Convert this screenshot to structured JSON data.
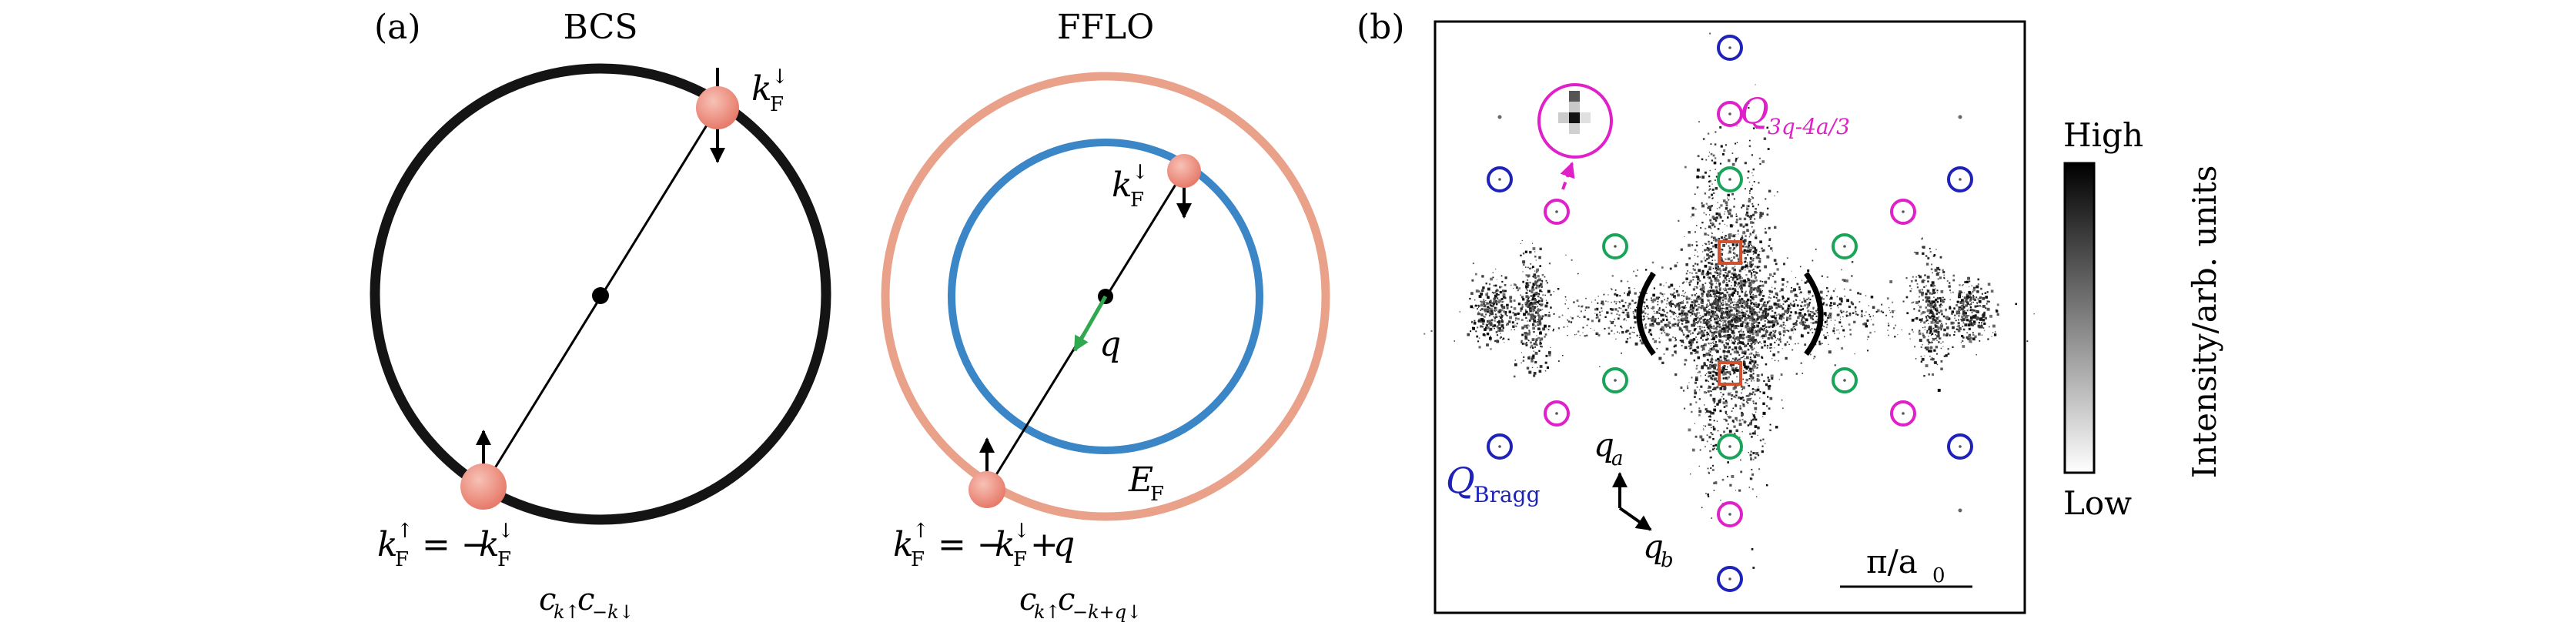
{
  "panel_a": {
    "label": "(a)",
    "bcs_title": "BCS",
    "fflo_title": "FFLO",
    "bcs_k_down": "k",
    "bcs_k_eq": "k",
    "bcs_pair": "c",
    "fflo_k_down": "k",
    "fflo_k_eq": "k",
    "fflo_q": "q",
    "fflo_ef": "E",
    "fflo_pair": "c"
  },
  "panel_b": {
    "label": "(b)",
    "q_label": "Q",
    "q_sub": "3q-4a/3",
    "bragg_label": "Q",
    "bragg_sub": "Bragg",
    "axis_qa": "q",
    "axis_qa_sub": "a",
    "axis_qb": "q",
    "axis_qb_sub": "b",
    "scale_bar": "π/a",
    "scale_sub": "0",
    "colorbar_high": "High",
    "colorbar_low": "Low",
    "colorbar_title": "Intensity/arb. units"
  },
  "colors": {
    "black_circle": "#141414",
    "salmon": "#e9a18a",
    "blue_circle": "#3a86c6",
    "electron": "#ee8f80",
    "q_arrow": "#2fa84f",
    "magenta": "#e020c8",
    "blue": "#1e22b8",
    "green": "#1aa45a",
    "red": "#d2502e"
  }
}
